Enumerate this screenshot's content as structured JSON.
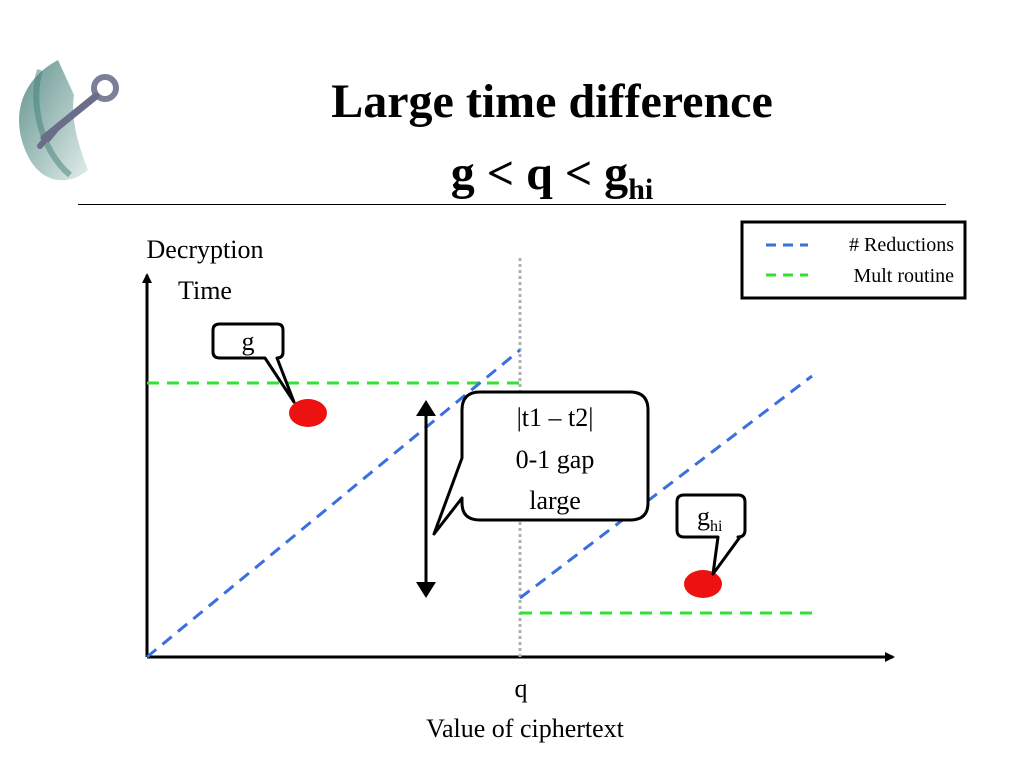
{
  "slide": {
    "title_line1": "Large time difference",
    "title_line2_main": "g < q < g",
    "title_line2_sub": "hi"
  },
  "icons": {
    "logo": "key-icon"
  },
  "axes": {
    "y_label_line1": "Decryption",
    "y_label_line2": "Time",
    "x_tick": "q",
    "x_label": "Value of ciphertext"
  },
  "legend": {
    "items": [
      {
        "label": "# Reductions",
        "color": "#3a6fe0",
        "style": "dashed"
      },
      {
        "label": "Mult routine",
        "color": "#33e033",
        "style": "dashed"
      }
    ]
  },
  "callouts": {
    "g": {
      "main": "g",
      "sub": ""
    },
    "ghi": {
      "main": "g",
      "sub": "hi"
    },
    "gap": {
      "line1": "|t1 – t2|",
      "line2": "0-1 gap",
      "line3": "large"
    }
  },
  "colors": {
    "reductions": "#3a6fe0",
    "mult_routine": "#33e033",
    "point": "#ee1111",
    "q_line": "#b0b0b0"
  }
}
